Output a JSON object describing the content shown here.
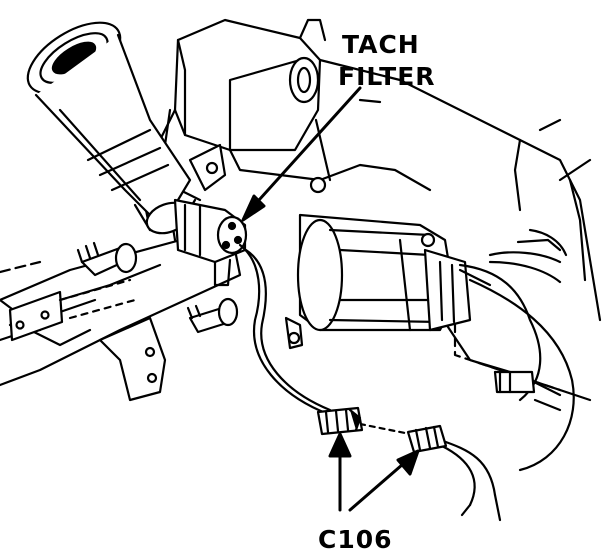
{
  "labels": {
    "tach_filter_line1": "TACH",
    "tach_filter_line2": "FILTER",
    "connector": "C106"
  },
  "colors": {
    "ink": "#000000",
    "paper": "#ffffff"
  }
}
